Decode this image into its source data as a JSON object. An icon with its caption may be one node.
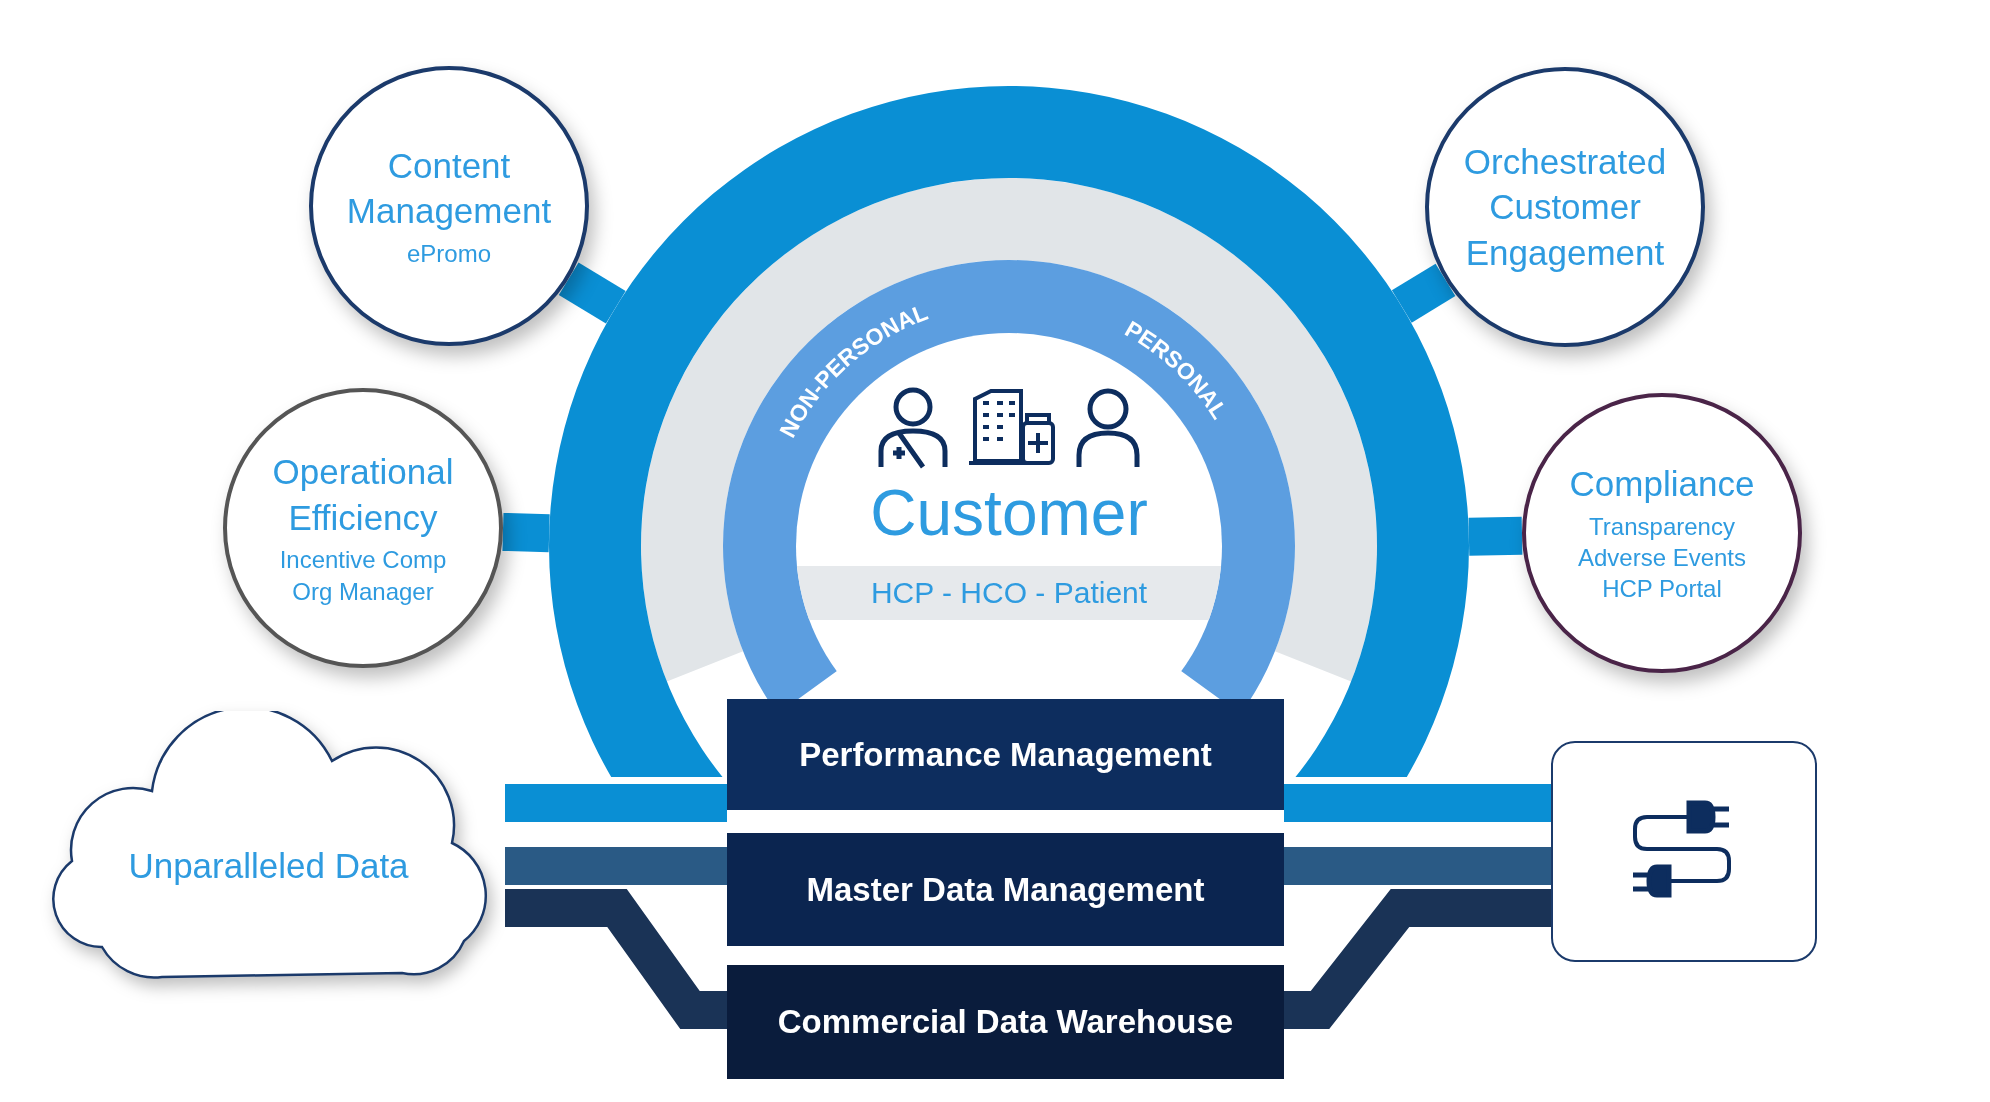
{
  "diagram": {
    "nodes": [
      {
        "text": [
          "Content Management",
          "ePromo"
        ]
      },
      {
        "text": [],
        "shape": "ring"
      },
      {
        "text": [
          "Orchestrated Customer Engagement"
        ]
      },
      {
        "text": [
          "Operational Efficiency",
          "Incentive Comp",
          "Org Manager"
        ]
      },
      {
        "text": [
          "Customer",
          "HCP - HCO - Patient"
        ]
      },
      {
        "text": [
          "Compliance",
          "Transparency",
          "Adverse Events",
          "HCP Portal"
        ]
      },
      {
        "text": [
          "Performance Management"
        ]
      },
      {
        "text": [
          "Unparalleled Data"
        ]
      },
      {
        "text": [
          "Master Data Management"
        ]
      },
      {
        "text": [],
        "shape": "box"
      },
      {
        "text": [
          "Commercial Data Warehouse"
        ]
      }
    ],
    "edges": [
      {
        "from": 0,
        "to": 1,
        "arrow": "none"
      },
      {
        "from": 2,
        "to": 1,
        "arrow": "none"
      },
      {
        "from": 3,
        "to": 1,
        "arrow": "none"
      },
      {
        "from": 5,
        "to": 1,
        "arrow": "none"
      },
      {
        "from": 7,
        "to": 6,
        "arrow": "none"
      },
      {
        "from": 7,
        "to": 8,
        "arrow": "none",
        "color": "#2a5a85"
      },
      {
        "from": 7,
        "to": 10,
        "arrow": "none",
        "color": "#1a3356"
      },
      {
        "from": 9,
        "to": 6,
        "arrow": "none"
      },
      {
        "from": 9,
        "to": 8,
        "arrow": "none",
        "color": "#2a5a85"
      },
      {
        "from": 9,
        "to": 10,
        "arrow": "none",
        "color": "#1a3356"
      }
    ],
    "labels": [
      "NON-PERSONAL",
      "PERSONAL"
    ]
  }
}
